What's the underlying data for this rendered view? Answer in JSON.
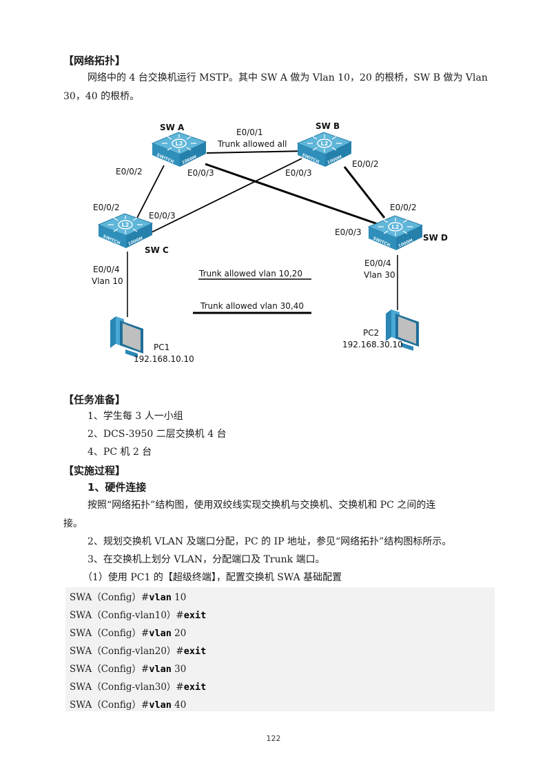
{
  "section_topology": {
    "heading": "【网络拓扑】",
    "para_line1": "网络中的 4 台交换机运行 MSTP。其中 SW A 做为 Vlan 10，20 的根桥，SW B 做为 Vlan",
    "para_line2": "30，40 的根桥。"
  },
  "diagram": {
    "switches": {
      "a": {
        "name": "SW A",
        "icon": "l2-switch-icon"
      },
      "b": {
        "name": "SW B",
        "icon": "l2-switch-icon"
      },
      "c": {
        "name": "SW C",
        "icon": "l2-switch-icon"
      },
      "d": {
        "name": "SW D",
        "icon": "l2-switch-icon"
      }
    },
    "switch_badge": "L2",
    "switch_label_front": "SWITCH",
    "switch_label_speed": "1000M",
    "ports": {
      "a_b": "E0/0/1",
      "a_b_note": "Trunk allowed all",
      "a_c_at_a": "E0/0/2",
      "a_d_at_a": "E0/0/3",
      "b_c_at_b": "E0/0/3",
      "b_d_at_b": "E0/0/2",
      "c_a_at_c": "E0/0/2",
      "c_b_at_c": "E0/0/3",
      "d_b_at_d": "E0/0/2",
      "d_a_at_d": "E0/0/3",
      "c_pc1": "E0/0/4",
      "c_pc1_vlan": "Vlan 10",
      "d_pc2": "E0/0/4",
      "d_pc2_vlan": "Vlan 30"
    },
    "legend": {
      "thin": "Trunk allowed vlan 10,20",
      "thick": "Trunk allowed vlan 30,40"
    },
    "pcs": {
      "pc1": {
        "name": "PC1",
        "ip": "192.168.10.10",
        "icon": "pc-icon"
      },
      "pc2": {
        "name": "PC2",
        "ip": "192.168.30.10",
        "icon": "pc-icon"
      }
    },
    "colors": {
      "switch": "#3a9cc4",
      "switch_dark": "#1d6f95",
      "line": "#000000"
    }
  },
  "section_prep": {
    "heading": "【任务准备】",
    "items": [
      "1、学生每 3 人一小组",
      "2、DCS-3950 二层交换机 4 台",
      "4、PC 机 2 台"
    ]
  },
  "section_process": {
    "heading": "【实施过程】",
    "step1_title": "1、硬件连接",
    "step1_line1": "按照“网络拓扑”结构图，使用双绞线实现交换机与交换机、交换机和 PC 之间的连",
    "step1_line2": "接。",
    "step2": "2、规划交换机 VLAN 及端口分配，PC 的 IP 地址，参见“网络拓扑”结构图标所示。",
    "step3": "3、在交换机上划分 VLAN，分配端口及 Trunk 端口。",
    "step3_sub1": "（1）使用 PC1 的【超级终端】，配置交换机 SWA 基础配置"
  },
  "code": [
    {
      "prompt": "SWA（Config）#",
      "cmd": "vlan",
      "arg": " 10"
    },
    {
      "prompt": "SWA（Config-vlan10）#",
      "cmd": "exit",
      "arg": ""
    },
    {
      "prompt": "SWA（Config）#",
      "cmd": "vlan",
      "arg": " 20"
    },
    {
      "prompt": "SWA（Config-vlan20）#",
      "cmd": "exit",
      "arg": ""
    },
    {
      "prompt": "SWA（Config）#",
      "cmd": "vlan",
      "arg": " 30"
    },
    {
      "prompt": "SWA（Config-vlan30）#",
      "cmd": "exit",
      "arg": ""
    },
    {
      "prompt": "SWA（Config）#",
      "cmd": "vlan",
      "arg": " 40"
    }
  ],
  "page_number": "122"
}
